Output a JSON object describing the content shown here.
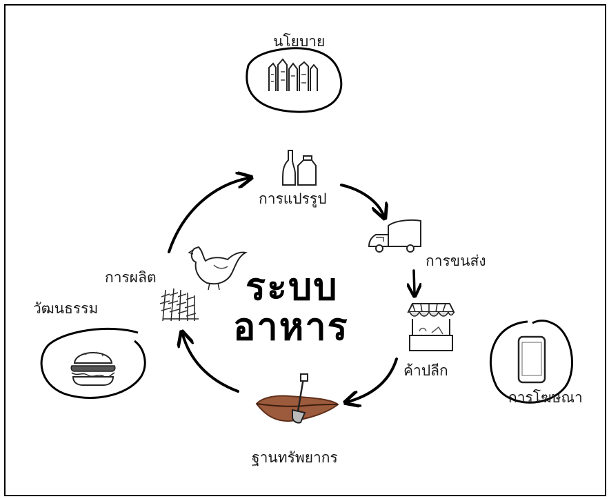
{
  "diagram": {
    "center_title_line1": "ระบบ",
    "center_title_line2": "อาหาร",
    "nodes": {
      "policy": "นโยบาย",
      "processing": "การแปรรูป",
      "transport": "การขนส่ง",
      "retail": "ค้าปลีก",
      "advertising": "การโฆษณา",
      "resources": "ฐานทรัพยากร",
      "production": "การผลิต",
      "culture": "วัฒนธรรม"
    }
  }
}
